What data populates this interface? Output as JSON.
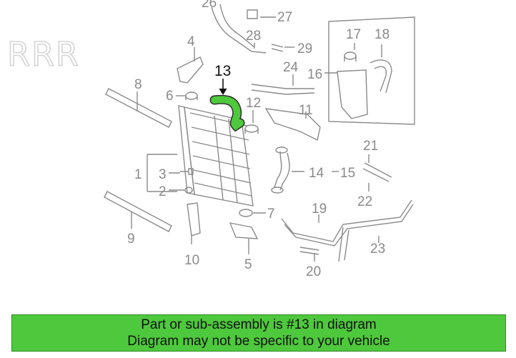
{
  "watermark": "RRR",
  "highlight_color": "#4ec83c",
  "callouts": [
    {
      "id": "1",
      "text": "1"
    },
    {
      "id": "2",
      "text": "2"
    },
    {
      "id": "3",
      "text": "3"
    },
    {
      "id": "4",
      "text": "4"
    },
    {
      "id": "5",
      "text": "5"
    },
    {
      "id": "6",
      "text": "6"
    },
    {
      "id": "7",
      "text": "7"
    },
    {
      "id": "8",
      "text": "8"
    },
    {
      "id": "9",
      "text": "9"
    },
    {
      "id": "10",
      "text": "10"
    },
    {
      "id": "11",
      "text": "11"
    },
    {
      "id": "12",
      "text": "12"
    },
    {
      "id": "13",
      "text": "13"
    },
    {
      "id": "14",
      "text": "14"
    },
    {
      "id": "15",
      "text": "15"
    },
    {
      "id": "16",
      "text": "16"
    },
    {
      "id": "17",
      "text": "17"
    },
    {
      "id": "18",
      "text": "18"
    },
    {
      "id": "19",
      "text": "19"
    },
    {
      "id": "20",
      "text": "20"
    },
    {
      "id": "21",
      "text": "21"
    },
    {
      "id": "22",
      "text": "22"
    },
    {
      "id": "23",
      "text": "23"
    },
    {
      "id": "24",
      "text": "24"
    },
    {
      "id": "26",
      "text": "26"
    },
    {
      "id": "27",
      "text": "27"
    },
    {
      "id": "28",
      "text": "28"
    },
    {
      "id": "29",
      "text": "29"
    }
  ],
  "banner": {
    "line1": "Part or sub-assembly is #13 in diagram",
    "line2": "Diagram may not be specific to your vehicle"
  }
}
